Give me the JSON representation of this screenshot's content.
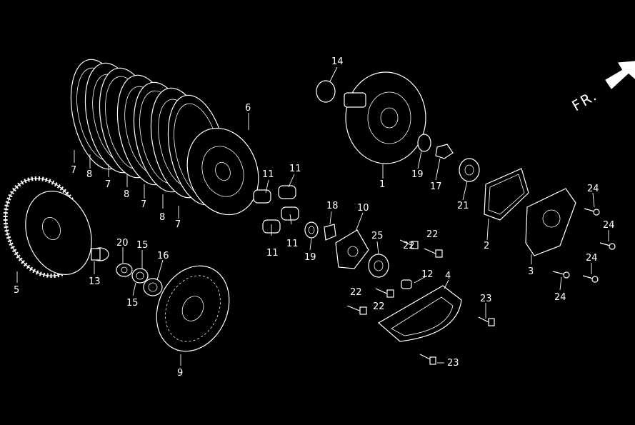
{
  "diagram": {
    "direction_label": "FR.",
    "callouts": {
      "c1": "1",
      "c2": "2",
      "c3": "3",
      "c4": "4",
      "c5": "5",
      "c6": "6",
      "c7a": "7",
      "c7b": "7",
      "c7c": "7",
      "c7d": "7",
      "c8a": "8",
      "c8b": "8",
      "c8c": "8",
      "c9": "9",
      "c10": "10",
      "c11a": "11",
      "c11b": "11",
      "c11c": "11",
      "c11d": "11",
      "c12": "12",
      "c13": "13",
      "c14": "14",
      "c15a": "15",
      "c15b": "15",
      "c16": "16",
      "c17": "17",
      "c18": "18",
      "c19a": "19",
      "c19b": "19",
      "c20": "20",
      "c21": "21",
      "c22a": "22",
      "c22b": "22",
      "c22c": "22",
      "c22d": "22",
      "c23a": "23",
      "c23b": "23",
      "c24a": "24",
      "c24b": "24",
      "c24c": "24",
      "c24d": "24",
      "c25": "25"
    }
  }
}
